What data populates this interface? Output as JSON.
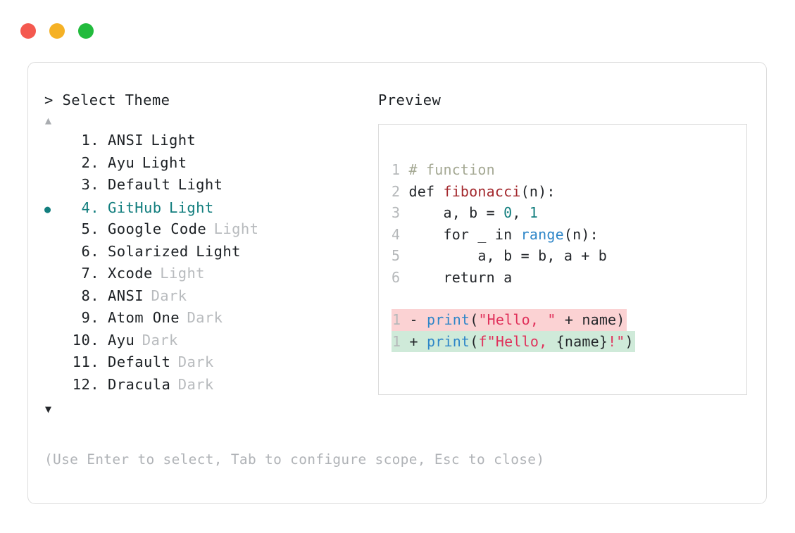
{
  "window": {
    "traffic_lights": [
      {
        "name": "close",
        "color": "#f4594f"
      },
      {
        "name": "minimize",
        "color": "#f5b125"
      },
      {
        "name": "maximize",
        "color": "#22bb3d"
      }
    ]
  },
  "picker": {
    "prompt": "> Select Theme",
    "scroll_up_icon": "▲",
    "scroll_down_icon": "▼",
    "selected_marker": "●",
    "selected_index": 4,
    "accent_color": "#127e7e",
    "items": [
      {
        "index": "1.",
        "name": "ANSI",
        "variant": "Light",
        "variant_dim": false,
        "selected": false
      },
      {
        "index": "2.",
        "name": "Ayu",
        "variant": "Light",
        "variant_dim": false,
        "selected": false
      },
      {
        "index": "3.",
        "name": "Default",
        "variant": "Light",
        "variant_dim": false,
        "selected": false
      },
      {
        "index": "4.",
        "name": "GitHub",
        "variant": "Light",
        "variant_dim": false,
        "selected": true
      },
      {
        "index": "5.",
        "name": "Google Code",
        "variant": "Light",
        "variant_dim": true,
        "selected": false
      },
      {
        "index": "6.",
        "name": "Solarized",
        "variant": "Light",
        "variant_dim": false,
        "selected": false
      },
      {
        "index": "7.",
        "name": "Xcode",
        "variant": "Light",
        "variant_dim": true,
        "selected": false
      },
      {
        "index": "8.",
        "name": "ANSI",
        "variant": "Dark",
        "variant_dim": true,
        "selected": false
      },
      {
        "index": "9.",
        "name": "Atom One",
        "variant": "Dark",
        "variant_dim": true,
        "selected": false
      },
      {
        "index": "10.",
        "name": "Ayu",
        "variant": "Dark",
        "variant_dim": true,
        "selected": false
      },
      {
        "index": "11.",
        "name": "Default",
        "variant": "Dark",
        "variant_dim": true,
        "selected": false
      },
      {
        "index": "12.",
        "name": "Dracula",
        "variant": "Dark",
        "variant_dim": true,
        "selected": false
      }
    ],
    "footer_hint": "(Use Enter to select, Tab to configure scope, Esc to close)"
  },
  "preview": {
    "label": "Preview",
    "code_lines": [
      {
        "ln": "1",
        "tokens": [
          {
            "t": "# function",
            "c": "comment"
          }
        ]
      },
      {
        "ln": "2",
        "tokens": [
          {
            "t": "def ",
            "c": "plain"
          },
          {
            "t": "fibonacci",
            "c": "func"
          },
          {
            "t": "(n):",
            "c": "punct"
          }
        ]
      },
      {
        "ln": "3",
        "tokens": [
          {
            "t": "    a, b = ",
            "c": "plain"
          },
          {
            "t": "0",
            "c": "num"
          },
          {
            "t": ", ",
            "c": "plain"
          },
          {
            "t": "1",
            "c": "num"
          }
        ]
      },
      {
        "ln": "4",
        "tokens": [
          {
            "t": "    for _ in ",
            "c": "plain"
          },
          {
            "t": "range",
            "c": "builtin"
          },
          {
            "t": "(n):",
            "c": "punct"
          }
        ]
      },
      {
        "ln": "5",
        "tokens": [
          {
            "t": "        a, b = b, a + b",
            "c": "plain"
          }
        ]
      },
      {
        "ln": "6",
        "tokens": [
          {
            "t": "    return a",
            "c": "plain"
          }
        ]
      }
    ],
    "diff_lines": [
      {
        "ln": "1",
        "sign": "-",
        "kind": "del",
        "bg": "#fbd2d3",
        "tokens": [
          {
            "t": "print",
            "c": "call"
          },
          {
            "t": "(",
            "c": "punct"
          },
          {
            "t": "\"Hello, \"",
            "c": "string"
          },
          {
            "t": " + name)",
            "c": "plain"
          }
        ]
      },
      {
        "ln": "1",
        "sign": "+",
        "kind": "add",
        "bg": "#cfead9",
        "tokens": [
          {
            "t": "print",
            "c": "call"
          },
          {
            "t": "(",
            "c": "punct"
          },
          {
            "t": "f\"Hello, ",
            "c": "string"
          },
          {
            "t": "{name}",
            "c": "plain"
          },
          {
            "t": "!\"",
            "c": "string"
          },
          {
            "t": ")",
            "c": "punct"
          }
        ]
      }
    ]
  }
}
